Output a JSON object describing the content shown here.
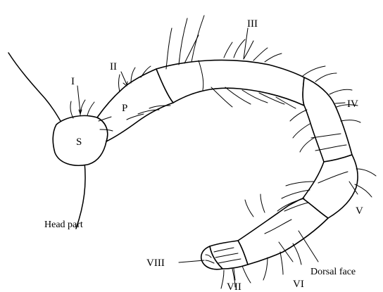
{
  "labels": {
    "segment_1": "I",
    "segment_2": "II",
    "segment_3": "III",
    "segment_4": "IV",
    "segment_5": "V",
    "segment_6": "VI",
    "segment_7": "VII",
    "segment_8": "VIII",
    "scape": "S",
    "pedicel": "P",
    "head_part": "Head part",
    "dorsal_face": "Dorsal face"
  }
}
